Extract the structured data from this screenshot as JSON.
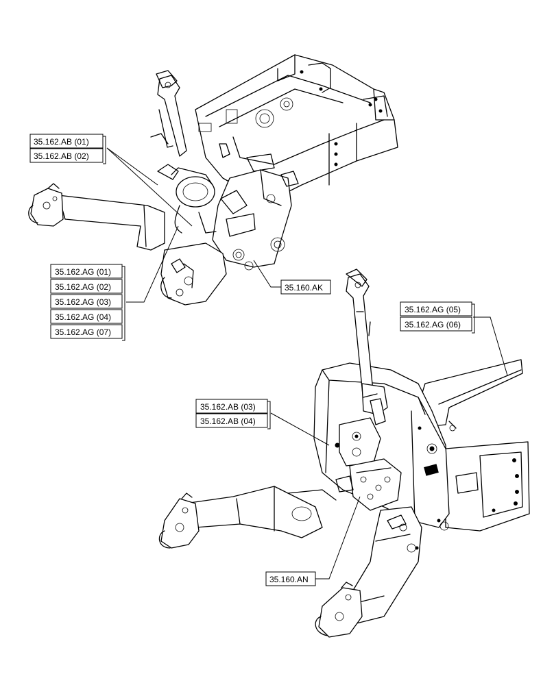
{
  "callouts": {
    "ab01": "35.162.AB (01)",
    "ab02": "35.162.AB (02)",
    "ag01": "35.162.AG (01)",
    "ag02": "35.162.AG (02)",
    "ag03": "35.162.AG (03)",
    "ag04": "35.162.AG (04)",
    "ag07": "35.162.AG (07)",
    "ak": "35.160.AK",
    "ag05": "35.162.AG (05)",
    "ag06": "35.162.AG (06)",
    "ab03": "35.162.AB (03)",
    "ab04": "35.162.AB (04)",
    "an": "35.160.AN"
  }
}
